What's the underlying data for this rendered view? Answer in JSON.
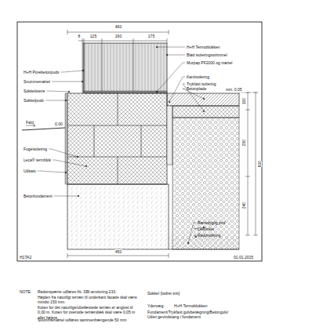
{
  "diagram": {
    "labels": [
      "460",
      "8",
      "125",
      "160",
      "175",
      "H+H Porebetonpuds",
      "Svummemørtel",
      "Sokkelstene",
      "Sokkelpuds",
      "Fald",
      "0,00",
      "Fugeisolering",
      "Leca® termblok",
      "Udkast",
      "Betonfundament",
      "H+H Termoblokken",
      "Blød isoleringsstrimmel",
      "Murpap PF2000 og mørtel",
      "Kantisolering",
      "Trykfast isolering",
      "Betonplade",
      "min. 0,05",
      "100",
      "250",
      "610",
      "240",
      "Bæredygtig jord",
      "Letklinker",
      "Radonsikring",
      "450",
      "H1TA2",
      "01.01.2015",
      "NOTE:",
      "Radonspærre udføres iht. SBI-anvisning 233.",
      "Højden fra naturligt terræn til underkant facade skal være mindst 150 mm.",
      "Koten for det naturlige/ubefæstede terræn er angivet til 0,00 m. Koten for overside terrændæk skal være 0,05 m eller højere.",
      "Svummemørtel udføres sammenhængende 50 mm",
      "Sokkel (lodret snit)",
      "Ydervæg:",
      "H+H Termoblokken",
      "Fundament/Trykfast gulvbelægning/Betongulv/ Uden gevindstang i fundament"
    ]
  }
}
